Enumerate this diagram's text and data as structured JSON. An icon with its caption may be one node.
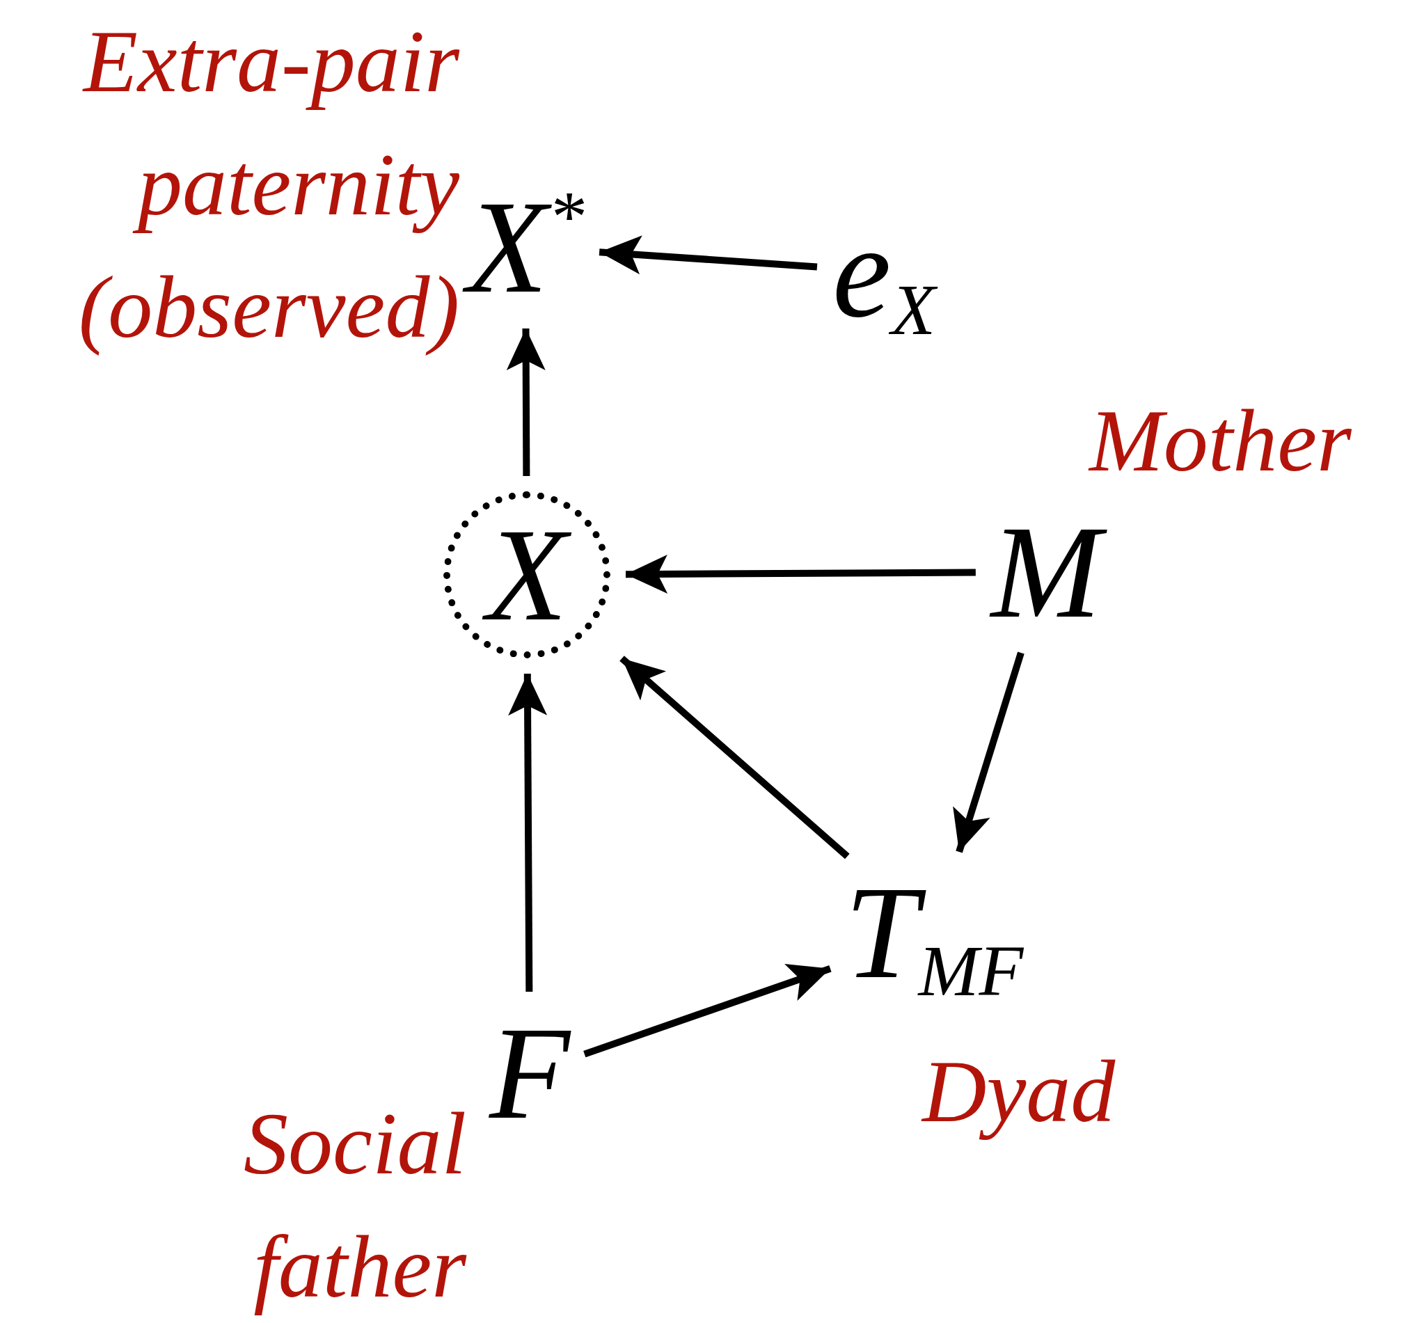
{
  "diagram": {
    "nodes": [
      {
        "text": [
          "X$^{*}$"
        ],
        "beside": [
          "Extra-pair paternity (observed)"
        ]
      },
      {
        "text": [
          "e$_{X}$"
        ]
      },
      {
        "text": [
          "X"
        ]
      },
      {
        "text": [
          "M"
        ],
        "beside": [
          "Mother"
        ]
      },
      {
        "text": [
          "T$_{MF}$"
        ],
        "beside": [
          "Dyad"
        ]
      },
      {
        "text": [
          "F"
        ],
        "beside": [
          "Social father"
        ]
      }
    ],
    "edges": [
      {
        "from": 1,
        "to": 0,
        "arrow": "to"
      },
      {
        "from": 2,
        "to": 0,
        "arrow": "to"
      },
      {
        "from": 3,
        "to": 2,
        "arrow": "to"
      },
      {
        "from": 4,
        "to": 2,
        "arrow": "to"
      },
      {
        "from": 3,
        "to": 4,
        "arrow": "to"
      },
      {
        "from": 5,
        "to": 2,
        "arrow": "to"
      },
      {
        "from": 5,
        "to": 4,
        "arrow": "to"
      }
    ]
  }
}
